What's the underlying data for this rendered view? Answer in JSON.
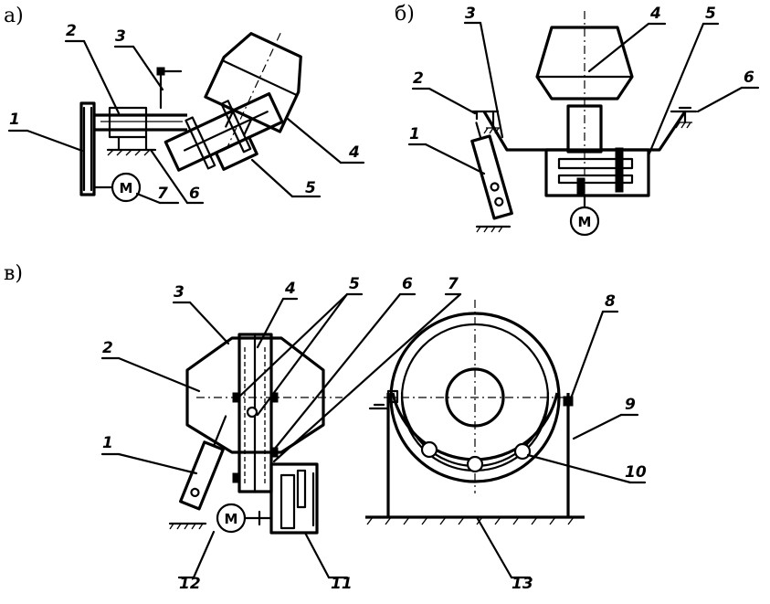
{
  "sections": {
    "a": "а)",
    "b": "б)",
    "v": "в)"
  },
  "motor_symbol": "М",
  "diagram_a": {
    "labels": [
      "1",
      "2",
      "3",
      "4",
      "5",
      "6",
      "7"
    ]
  },
  "diagram_b": {
    "labels": [
      "1",
      "2",
      "3",
      "4",
      "5",
      "6"
    ]
  },
  "diagram_v": {
    "labels": [
      "1",
      "2",
      "3",
      "4",
      "5",
      "6",
      "7",
      "8",
      "9",
      "10",
      "11",
      "12",
      "13"
    ]
  }
}
